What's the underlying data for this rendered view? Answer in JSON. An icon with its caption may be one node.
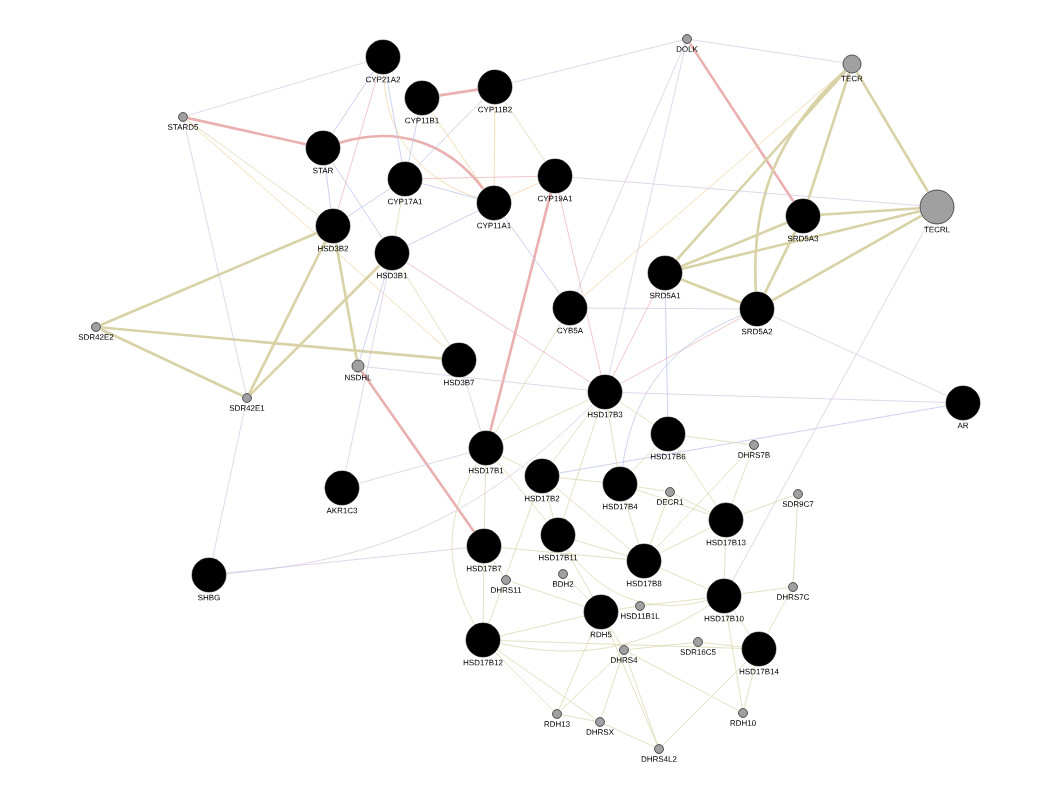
{
  "diagram": {
    "nodes": [
      {
        "text": [
          "CYP21A2"
        ]
      },
      {
        "text": [
          "CYP11B1"
        ]
      },
      {
        "text": [
          "CYP11B2"
        ]
      },
      {
        "text": [
          "STARD5"
        ]
      },
      {
        "text": [
          "STAR"
        ]
      },
      {
        "text": [
          "CYP17A1"
        ]
      },
      {
        "text": [
          "CYP11A1"
        ]
      },
      {
        "text": [
          "CYP19A1"
        ]
      },
      {
        "text": [
          "HSD3B2"
        ]
      },
      {
        "text": [
          "HSD3B1"
        ]
      },
      {
        "text": [
          "DOLK"
        ]
      },
      {
        "text": [
          "TECR"
        ]
      },
      {
        "text": [
          "TECRL"
        ]
      },
      {
        "text": [
          "SRD5A3"
        ]
      },
      {
        "text": [
          "SRD5A1"
        ]
      },
      {
        "text": [
          "SRD5A2"
        ]
      },
      {
        "text": [
          "CYB5A"
        ]
      },
      {
        "text": [
          "SDR42E2"
        ]
      },
      {
        "text": [
          "NSDHL"
        ]
      },
      {
        "text": [
          "HSD3B7"
        ]
      },
      {
        "text": [
          "SDR42E1"
        ]
      },
      {
        "text": [
          "HSD17B3"
        ]
      },
      {
        "text": [
          "AR"
        ]
      },
      {
        "text": [
          "HSD17B6"
        ]
      },
      {
        "text": [
          "DHRS7B"
        ]
      },
      {
        "text": [
          "HSD17B1"
        ]
      },
      {
        "text": [
          "HSD17B2"
        ]
      },
      {
        "text": [
          "HSD17B4"
        ]
      },
      {
        "text": [
          "DECR1"
        ]
      },
      {
        "text": [
          "AKR1C3"
        ]
      },
      {
        "text": [
          "SDR9C7"
        ]
      },
      {
        "text": [
          "HSD17B13"
        ]
      },
      {
        "text": [
          "HSD17B11"
        ]
      },
      {
        "text": [
          "HSD17B7"
        ]
      },
      {
        "text": [
          "HSD17B8"
        ]
      },
      {
        "text": [
          "SHBG"
        ]
      },
      {
        "text": [
          "DHRS11"
        ]
      },
      {
        "text": [
          "BDH2"
        ]
      },
      {
        "text": [
          "DHRS7C"
        ]
      },
      {
        "text": [
          "HSD17B10"
        ]
      },
      {
        "text": [
          "HSD11B1L"
        ]
      },
      {
        "text": [
          "RDH5"
        ]
      },
      {
        "text": [
          "HSD17B12"
        ]
      },
      {
        "text": [
          "DHRS4"
        ]
      },
      {
        "text": [
          "SDR16C5"
        ]
      },
      {
        "text": [
          "HSD17B14"
        ]
      },
      {
        "text": [
          "RDH13"
        ]
      },
      {
        "text": [
          "DHRSX"
        ]
      },
      {
        "text": [
          "RDH10"
        ]
      },
      {
        "text": [
          "DHRS4L2"
        ]
      }
    ],
    "edges": [
      {
        "from": 3,
        "to": 4,
        "arrow": "none",
        "style": "thick",
        "color": "#eab0b0"
      },
      {
        "from": 4,
        "to": 6,
        "arrow": "none",
        "style": "thick",
        "color": "#eab0b0"
      },
      {
        "from": 1,
        "to": 2,
        "arrow": "none",
        "style": "thick",
        "color": "#eab0b0"
      },
      {
        "from": 10,
        "to": 13,
        "arrow": "none",
        "style": "thick",
        "color": "#eab0b0"
      },
      {
        "from": 18,
        "to": 33,
        "arrow": "none",
        "style": "thick",
        "color": "#eab0b0"
      },
      {
        "from": 7,
        "to": 25,
        "arrow": "none",
        "style": "thick",
        "color": "#eab0b0"
      },
      {
        "from": 0,
        "to": 8,
        "arrow": "none",
        "color": "#eab0b0"
      },
      {
        "from": 9,
        "to": 21,
        "arrow": "none",
        "color": "#eab0b0"
      },
      {
        "from": 14,
        "to": 21,
        "arrow": "none",
        "color": "#eab0b0"
      },
      {
        "from": 15,
        "to": 21,
        "arrow": "none",
        "color": "#eab0b0"
      },
      {
        "from": 5,
        "to": 7,
        "arrow": "none",
        "color": "#eab0b0"
      },
      {
        "from": 7,
        "to": 21,
        "arrow": "none",
        "color": "#eab0b0"
      },
      {
        "from": 0,
        "to": 6,
        "arrow": "none",
        "color": "#f3cf9a"
      },
      {
        "from": 1,
        "to": 6,
        "arrow": "none",
        "color": "#f3cf9a"
      },
      {
        "from": 2,
        "to": 6,
        "arrow": "none",
        "color": "#f3cf9a"
      },
      {
        "from": 6,
        "to": 7,
        "arrow": "none",
        "color": "#f3cf9a"
      },
      {
        "from": 3,
        "to": 19,
        "arrow": "none",
        "color": "#f3cf9a"
      },
      {
        "from": 11,
        "to": 16,
        "arrow": "none",
        "color": "#f3cf9a"
      },
      {
        "from": 12,
        "to": 13,
        "arrow": "none",
        "style": "thick"
      },
      {
        "from": 12,
        "to": 14,
        "arrow": "none",
        "style": "thick"
      },
      {
        "from": 12,
        "to": 15,
        "arrow": "none",
        "style": "thick"
      },
      {
        "from": 14,
        "to": 15,
        "arrow": "none",
        "style": "thick"
      },
      {
        "from": 14,
        "to": 13,
        "arrow": "none",
        "style": "thick"
      },
      {
        "from": 11,
        "to": 15,
        "arrow": "none",
        "style": "thick"
      },
      {
        "from": 11,
        "to": 13,
        "arrow": "none",
        "style": "thick"
      },
      {
        "from": 11,
        "to": 12,
        "arrow": "none",
        "style": "thick"
      },
      {
        "from": 11,
        "to": 14,
        "arrow": "none",
        "style": "thick"
      },
      {
        "from": 13,
        "to": 15,
        "arrow": "none",
        "style": "thick"
      },
      {
        "from": 17,
        "to": 8,
        "arrow": "none",
        "style": "thick"
      },
      {
        "from": 17,
        "to": 19,
        "arrow": "none",
        "style": "thick"
      },
      {
        "from": 17,
        "to": 20,
        "arrow": "none",
        "style": "thick"
      },
      {
        "from": 20,
        "to": 8,
        "arrow": "none",
        "style": "thick"
      },
      {
        "from": 20,
        "to": 9,
        "arrow": "none",
        "style": "thick"
      },
      {
        "from": 8,
        "to": 18,
        "arrow": "none",
        "style": "thick"
      },
      {
        "from": 3,
        "to": 8,
        "arrow": "none"
      },
      {
        "from": 0,
        "to": 5,
        "arrow": "none",
        "color": "#b4bfe6"
      },
      {
        "from": 5,
        "to": 8,
        "arrow": "none",
        "color": "#b4bfe6"
      },
      {
        "from": 4,
        "to": 9,
        "arrow": "none",
        "color": "#b4bfe6"
      },
      {
        "from": 6,
        "to": 9,
        "arrow": "none",
        "color": "#b4bfe6"
      },
      {
        "from": 4,
        "to": 8,
        "arrow": "none",
        "color": "#b4bfe6"
      },
      {
        "from": 1,
        "to": 5,
        "arrow": "none",
        "color": "#b4bfe6"
      },
      {
        "from": 0,
        "to": 4,
        "arrow": "none",
        "color": "#b4bfe6"
      },
      {
        "from": 5,
        "to": 6,
        "arrow": "none",
        "color": "#b4bfe6"
      },
      {
        "from": 2,
        "to": 5,
        "arrow": "none",
        "color": "#b4bfe6"
      },
      {
        "from": 9,
        "to": 18,
        "arrow": "none",
        "color": "#b4bfe6"
      },
      {
        "from": 6,
        "to": 16,
        "arrow": "none",
        "color": "#b4bfe6"
      },
      {
        "from": 15,
        "to": 27,
        "arrow": "none",
        "color": "#b4bfe6"
      },
      {
        "from": 14,
        "to": 23,
        "arrow": "none",
        "color": "#b4bfe6"
      },
      {
        "from": 22,
        "to": 26,
        "arrow": "none",
        "color": "#b4bfe6"
      },
      {
        "from": 3,
        "to": 0,
        "arrow": "none",
        "color": "#d6c4e2"
      },
      {
        "from": 3,
        "to": 20,
        "arrow": "none",
        "color": "#d6c4e2"
      },
      {
        "from": 10,
        "to": 2,
        "arrow": "none",
        "color": "#d6c4e2"
      },
      {
        "from": 10,
        "to": 11,
        "arrow": "none",
        "color": "#d6c4e2"
      },
      {
        "from": 10,
        "to": 21,
        "arrow": "none",
        "color": "#d6c4e2"
      },
      {
        "from": 10,
        "to": 16,
        "arrow": "none",
        "color": "#d6c4e2"
      },
      {
        "from": 22,
        "to": 21,
        "arrow": "none",
        "color": "#d6c4e2"
      },
      {
        "from": 22,
        "to": 15,
        "arrow": "none",
        "color": "#d6c4e2"
      },
      {
        "from": 12,
        "to": 39,
        "arrow": "none",
        "color": "#d6c4e2"
      },
      {
        "from": 29,
        "to": 25,
        "arrow": "none",
        "color": "#d6c4e2"
      },
      {
        "from": 29,
        "to": 9,
        "arrow": "none",
        "color": "#d6c4e2"
      },
      {
        "from": 35,
        "to": 21,
        "arrow": "none",
        "color": "#d6c4e2"
      },
      {
        "from": 35,
        "to": 20,
        "arrow": "none",
        "color": "#d6c4e2"
      },
      {
        "from": 35,
        "to": 33,
        "arrow": "none",
        "color": "#d6c4e2"
      },
      {
        "from": 7,
        "to": 12,
        "arrow": "none",
        "color": "#d6c4e2"
      },
      {
        "from": 16,
        "to": 15,
        "arrow": "none",
        "color": "#d6c4e2"
      },
      {
        "from": 19,
        "to": 25,
        "arrow": "none",
        "color": "#d6c4e2"
      },
      {
        "from": 18,
        "to": 21,
        "arrow": "none",
        "color": "#d6c4e2"
      },
      {
        "from": 25,
        "to": 26,
        "arrow": "none"
      },
      {
        "from": 25,
        "to": 32,
        "arrow": "none"
      },
      {
        "from": 25,
        "to": 33,
        "arrow": "none"
      },
      {
        "from": 25,
        "to": 42,
        "arrow": "none"
      },
      {
        "from": 25,
        "to": 21,
        "arrow": "none"
      },
      {
        "from": 26,
        "to": 27,
        "arrow": "none"
      },
      {
        "from": 26,
        "to": 32,
        "arrow": "none"
      },
      {
        "from": 26,
        "to": 34,
        "arrow": "none"
      },
      {
        "from": 26,
        "to": 42,
        "arrow": "none"
      },
      {
        "from": 27,
        "to": 34,
        "arrow": "none"
      },
      {
        "from": 27,
        "to": 31,
        "arrow": "none"
      },
      {
        "from": 27,
        "to": 23,
        "arrow": "none"
      },
      {
        "from": 23,
        "to": 31,
        "arrow": "none"
      },
      {
        "from": 23,
        "to": 21,
        "arrow": "none"
      },
      {
        "from": 21,
        "to": 26,
        "arrow": "none"
      },
      {
        "from": 21,
        "to": 27,
        "arrow": "none"
      },
      {
        "from": 21,
        "to": 32,
        "arrow": "none"
      },
      {
        "from": 32,
        "to": 34,
        "arrow": "none"
      },
      {
        "from": 32,
        "to": 41,
        "arrow": "none"
      },
      {
        "from": 32,
        "to": 39,
        "arrow": "none"
      },
      {
        "from": 33,
        "to": 42,
        "arrow": "none"
      },
      {
        "from": 33,
        "to": 36,
        "arrow": "none"
      },
      {
        "from": 33,
        "to": 34,
        "arrow": "none"
      },
      {
        "from": 36,
        "to": 41,
        "arrow": "none"
      },
      {
        "from": 37,
        "to": 41,
        "arrow": "none"
      },
      {
        "from": 34,
        "to": 39,
        "arrow": "none"
      },
      {
        "from": 34,
        "to": 31,
        "arrow": "none"
      },
      {
        "from": 31,
        "to": 39,
        "arrow": "none"
      },
      {
        "from": 39,
        "to": 45,
        "arrow": "none"
      },
      {
        "from": 45,
        "to": 44,
        "arrow": "none"
      },
      {
        "from": 44,
        "to": 43,
        "arrow": "none"
      },
      {
        "from": 43,
        "to": 41,
        "arrow": "none"
      },
      {
        "from": 41,
        "to": 40,
        "arrow": "none"
      },
      {
        "from": 40,
        "to": 39,
        "arrow": "none"
      },
      {
        "from": 42,
        "to": 46,
        "arrow": "none"
      },
      {
        "from": 42,
        "to": 47,
        "arrow": "none"
      },
      {
        "from": 42,
        "to": 41,
        "arrow": "none"
      },
      {
        "from": 42,
        "to": 45,
        "arrow": "none"
      },
      {
        "from": 42,
        "to": 39,
        "arrow": "none"
      },
      {
        "from": 46,
        "to": 47,
        "arrow": "none"
      },
      {
        "from": 47,
        "to": 49,
        "arrow": "none"
      },
      {
        "from": 49,
        "to": 45,
        "arrow": "none"
      },
      {
        "from": 48,
        "to": 45,
        "arrow": "none"
      },
      {
        "from": 48,
        "to": 39,
        "arrow": "none"
      },
      {
        "from": 49,
        "to": 41,
        "arrow": "none"
      },
      {
        "from": 46,
        "to": 41,
        "arrow": "none"
      },
      {
        "from": 47,
        "to": 43,
        "arrow": "none"
      },
      {
        "from": 46,
        "to": 43,
        "arrow": "none"
      },
      {
        "from": 48,
        "to": 43,
        "arrow": "none"
      },
      {
        "from": 49,
        "to": 43,
        "arrow": "none"
      },
      {
        "from": 30,
        "to": 31,
        "arrow": "none"
      },
      {
        "from": 30,
        "to": 38,
        "arrow": "none"
      },
      {
        "from": 38,
        "to": 39,
        "arrow": "none"
      },
      {
        "from": 38,
        "to": 45,
        "arrow": "none"
      },
      {
        "from": 24,
        "to": 31,
        "arrow": "none"
      },
      {
        "from": 24,
        "to": 23,
        "arrow": "none"
      },
      {
        "from": 24,
        "to": 34,
        "arrow": "none"
      },
      {
        "from": 28,
        "to": 27,
        "arrow": "none"
      },
      {
        "from": 28,
        "to": 34,
        "arrow": "none"
      },
      {
        "from": 28,
        "to": 31,
        "arrow": "none"
      },
      {
        "from": 19,
        "to": 9,
        "arrow": "none"
      },
      {
        "from": 16,
        "to": 25,
        "arrow": "none"
      },
      {
        "from": 5,
        "to": 9,
        "arrow": "none"
      },
      {
        "from": 2,
        "to": 7,
        "arrow": "none"
      }
    ]
  }
}
